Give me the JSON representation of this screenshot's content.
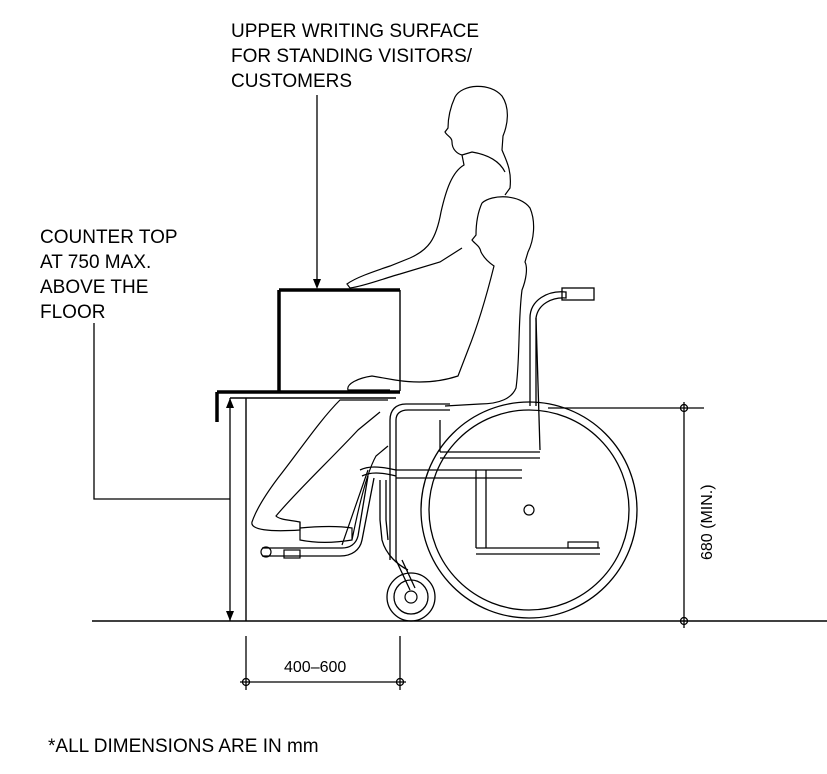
{
  "labels": {
    "upper_surface": [
      "UPPER WRITING SURFACE",
      "FOR STANDING VISITORS/",
      "CUSTOMERS"
    ],
    "counter_top": [
      "COUNTER TOP",
      "AT 750 MAX.",
      "ABOVE THE",
      "FLOOR"
    ],
    "knee_clearance": "400–600",
    "seat_height": "680  (MIN.)",
    "footnote": "*ALL DIMENSIONS ARE IN mm"
  }
}
